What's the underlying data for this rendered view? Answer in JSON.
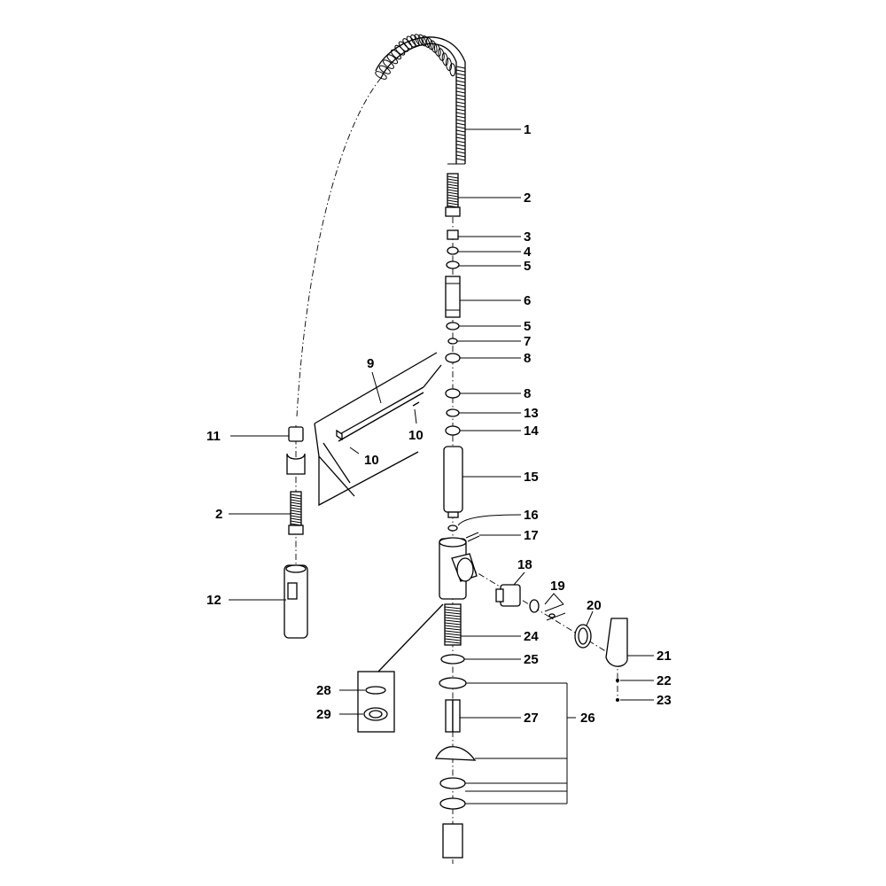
{
  "callouts": [
    {
      "id": "c1",
      "label": "1"
    },
    {
      "id": "c2a",
      "label": "2"
    },
    {
      "id": "c3",
      "label": "3"
    },
    {
      "id": "c4",
      "label": "4"
    },
    {
      "id": "c5a",
      "label": "5"
    },
    {
      "id": "c6",
      "label": "6"
    },
    {
      "id": "c5b",
      "label": "5"
    },
    {
      "id": "c7",
      "label": "7"
    },
    {
      "id": "c8a",
      "label": "8"
    },
    {
      "id": "c9",
      "label": "9"
    },
    {
      "id": "c8b",
      "label": "8"
    },
    {
      "id": "c13",
      "label": "13"
    },
    {
      "id": "c10a",
      "label": "10"
    },
    {
      "id": "c14",
      "label": "14"
    },
    {
      "id": "c11",
      "label": "11"
    },
    {
      "id": "c10b",
      "label": "10"
    },
    {
      "id": "c15",
      "label": "15"
    },
    {
      "id": "c2b",
      "label": "2"
    },
    {
      "id": "c16",
      "label": "16"
    },
    {
      "id": "c17",
      "label": "17"
    },
    {
      "id": "c18",
      "label": "18"
    },
    {
      "id": "c19",
      "label": "19"
    },
    {
      "id": "c12",
      "label": "12"
    },
    {
      "id": "c20",
      "label": "20"
    },
    {
      "id": "c24",
      "label": "24"
    },
    {
      "id": "c21",
      "label": "21"
    },
    {
      "id": "c25",
      "label": "25"
    },
    {
      "id": "c22",
      "label": "22"
    },
    {
      "id": "c28",
      "label": "28"
    },
    {
      "id": "c23",
      "label": "23"
    },
    {
      "id": "c26",
      "label": "26"
    },
    {
      "id": "c29",
      "label": "29"
    },
    {
      "id": "c27",
      "label": "27"
    }
  ]
}
